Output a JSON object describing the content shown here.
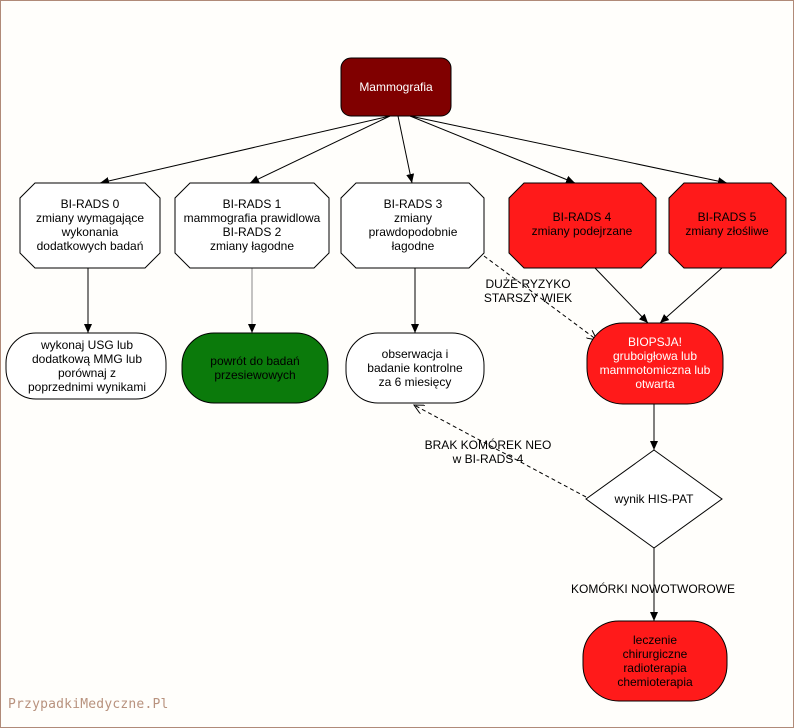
{
  "nodes": {
    "mammografia": [
      "Mammografia"
    ],
    "birads0": [
      "BI-RADS 0",
      "zmiany wymagające",
      "wykonania",
      "dodatkowych badań"
    ],
    "birads1": [
      "BI-RADS 1",
      "mammografia prawidlowa",
      "BI-RADS 2",
      "zmiany łagodne"
    ],
    "birads3": [
      "BI-RADS 3",
      "zmiany",
      "prawdopodobnie",
      "łagodne"
    ],
    "birads4": [
      "BI-RADS 4",
      "zmiany podejrzane"
    ],
    "birads5": [
      "BI-RADS 5",
      "zmiany złośliwe"
    ],
    "usg": [
      "wykonaj USG lub",
      "dodatkową MMG lub",
      "porównaj z",
      "poprzednimi wynikami"
    ],
    "powrot": [
      "powrót do badań",
      "przesiewowych"
    ],
    "obserwacja": [
      "obserwacja i",
      "badanie kontrolne",
      "za 6 miesięcy"
    ],
    "biopsja": [
      "BIOPSJA!",
      "gruboigłowa lub",
      "mammotomiczna lub",
      "otwarta"
    ],
    "hispat": [
      "wynik HIS-PAT"
    ],
    "leczenie": [
      "leczenie",
      "chirurgiczne",
      "radioterapia",
      "chemioterapia"
    ]
  },
  "edge_labels": {
    "ryzyko": [
      "DUŻE RYZYKO",
      "STARSZY WIEK"
    ],
    "brak": [
      "BRAK KOMÓREK NEO",
      "w BI-RADS 4"
    ],
    "komorki": [
      "KOMÓRKI NOWOTWOROWE"
    ]
  },
  "watermark": "PrzypadkiMedyczne.Pl",
  "colors": {
    "dark_red": "#800000",
    "red": "#ff1a1a",
    "green": "#0b7a0b",
    "white": "#ffffff",
    "line": "#000000"
  }
}
